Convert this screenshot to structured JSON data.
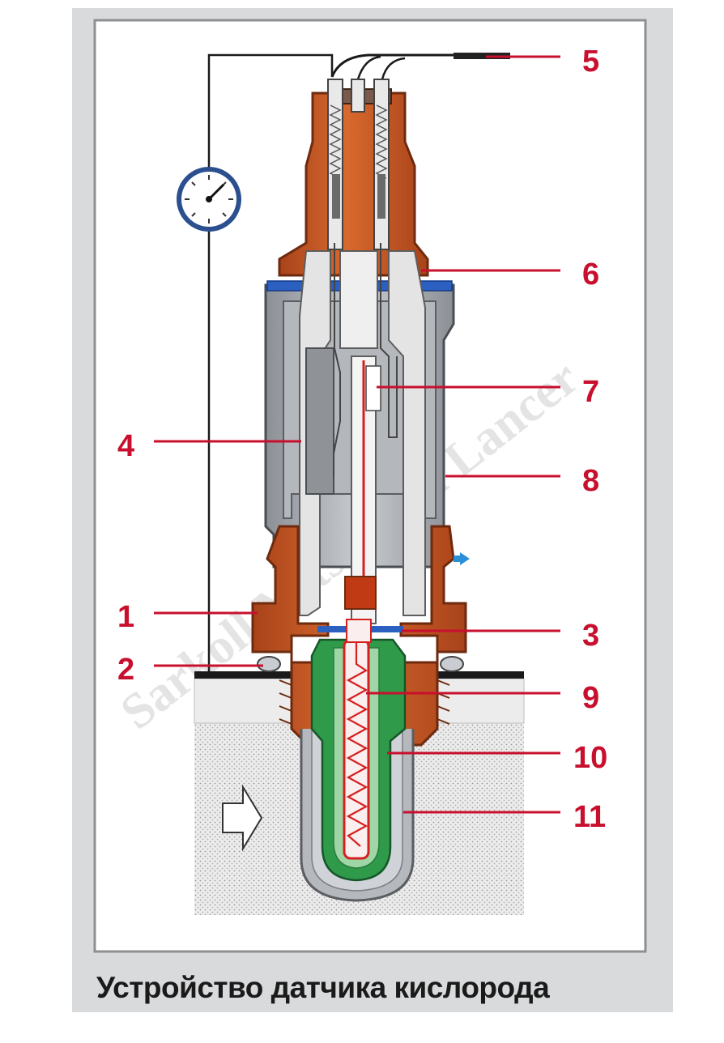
{
  "caption": "Устройство датчика кислорода",
  "callouts": [
    {
      "id": "5",
      "label": "5"
    },
    {
      "id": "6",
      "label": "6"
    },
    {
      "id": "7",
      "label": "7"
    },
    {
      "id": "4",
      "label": "4"
    },
    {
      "id": "8",
      "label": "8"
    },
    {
      "id": "1",
      "label": "1"
    },
    {
      "id": "3",
      "label": "3"
    },
    {
      "id": "2",
      "label": "2"
    },
    {
      "id": "9",
      "label": "9"
    },
    {
      "id": "10",
      "label": "10"
    },
    {
      "id": "11",
      "label": "11"
    }
  ],
  "colors": {
    "panel": "#d9dadc",
    "frame": "#8e8f91",
    "housing": "#c2521e",
    "housing_dark": "#8f3410",
    "shield": "#a3a7ad",
    "ceramic": "#e6e6e6",
    "green_layer": "#2f9a4a",
    "heater": "#d62020",
    "callout_line": "#c8102e",
    "blue_seal": "#2b5fc0",
    "gas_zone": "#dcdcdc"
  }
}
